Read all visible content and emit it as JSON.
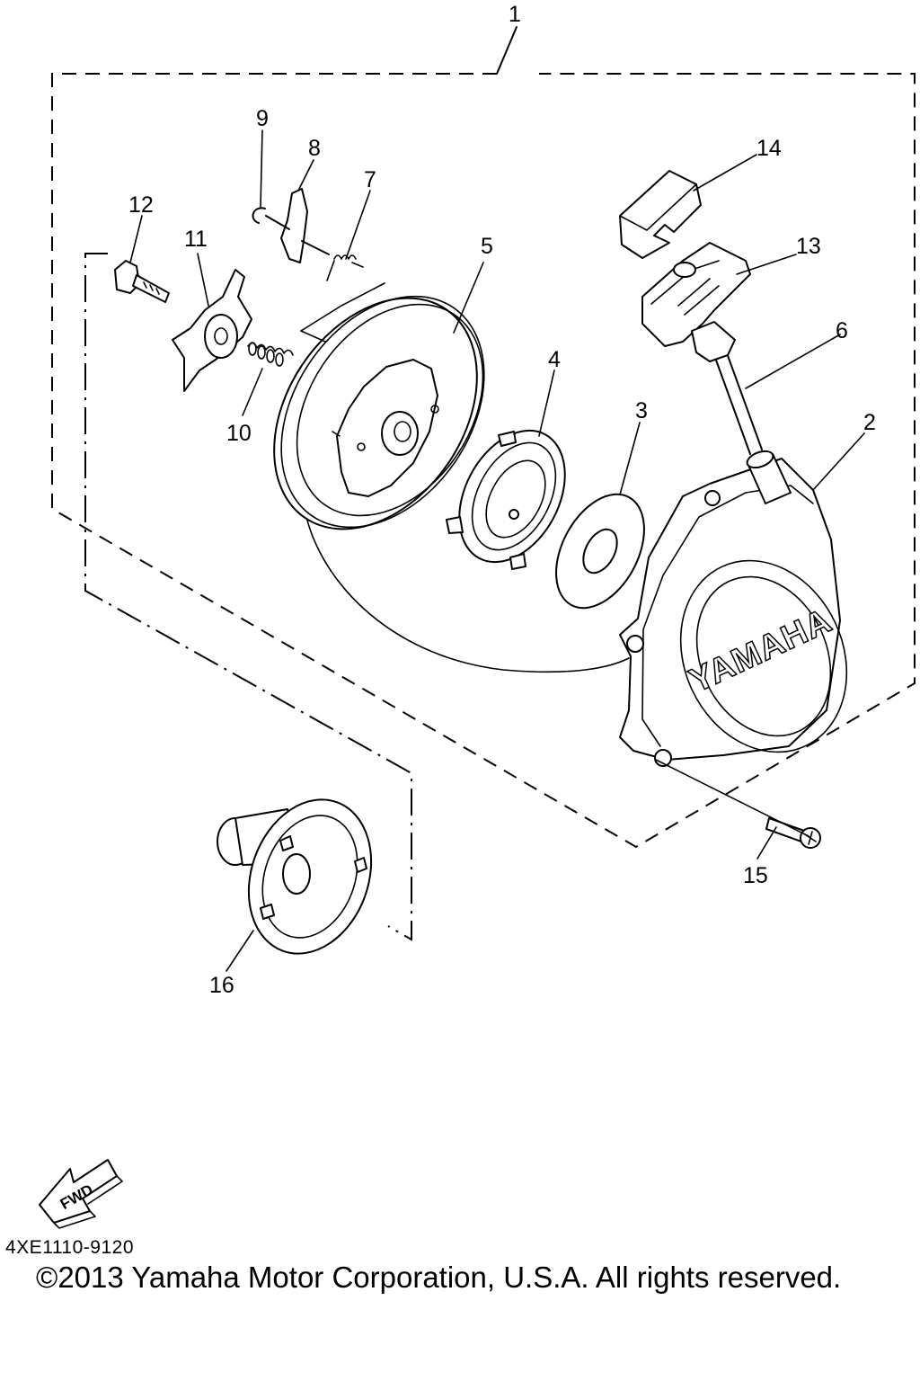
{
  "diagram": {
    "callouts": [
      "1",
      "2",
      "3",
      "4",
      "5",
      "6",
      "7",
      "8",
      "9",
      "10",
      "11",
      "12",
      "13",
      "14",
      "15",
      "16"
    ],
    "cover_logo": "YAMAHA",
    "fwd_label": "FWD",
    "diagram_code": "4XE1110-9120",
    "copyright": "©2013 Yamaha Motor Corporation, U.S.A. All rights reserved."
  }
}
